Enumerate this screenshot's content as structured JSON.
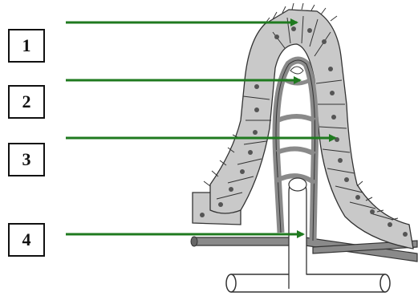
{
  "labels": [
    {
      "id": "1",
      "text": "1"
    },
    {
      "id": "2",
      "text": "2"
    },
    {
      "id": "3",
      "text": "3"
    },
    {
      "id": "4",
      "text": "4"
    }
  ],
  "colors": {
    "arrow": "#1f7a1f",
    "outline": "#333333",
    "vessel": "#8a8a8a",
    "cell_fill": "#c9c9c9",
    "nucleus": "#555555",
    "background": "#ffffff"
  },
  "icons": [
    "arrow-right-icon"
  ]
}
